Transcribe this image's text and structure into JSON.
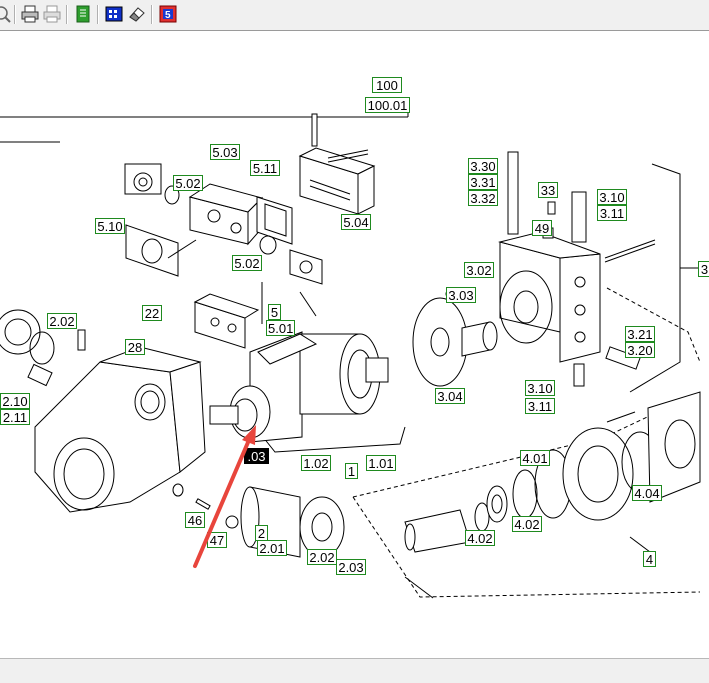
{
  "toolbar": {
    "buttons": [
      {
        "name": "zoom-icon",
        "label": "zoom"
      },
      {
        "name": "print-icon",
        "label": "print"
      },
      {
        "name": "print-preview-icon",
        "label": "print preview"
      },
      {
        "name": "export-icon",
        "label": "export"
      },
      {
        "name": "select-all-icon",
        "label": "select all"
      },
      {
        "name": "eraser-icon",
        "label": "clear"
      },
      {
        "name": "app-logo-icon",
        "label": "app"
      }
    ]
  },
  "diagram": {
    "title_ref": "100",
    "subtitle_ref": "100.01",
    "callouts": {
      "c_5_03": "5.03",
      "c_5_11": "5.11",
      "c_5_02a": "5.02",
      "c_5_10": "5.10",
      "c_5_04": "5.04",
      "c_5_02b": "5.02",
      "c_5": "5",
      "c_5_01": "5.01",
      "c_2_02": "2.02",
      "c_22": "22",
      "c_28": "28",
      "c_2_10": "2.10",
      "c_2_11": "2.11",
      "c_3_30": "3.30",
      "c_3_31": "3.31",
      "c_3_32": "3.32",
      "c_33": "33",
      "c_49": "49",
      "c_3_10a": "3.10",
      "c_3_11a": "3.11",
      "c_3_02": "3.02",
      "c_3_03": "3.03",
      "c_3_21": "3.21",
      "c_3_20": "3.20",
      "c_3_04": "3.04",
      "c_3_10b": "3.10",
      "c_3_11b": "3.11",
      "c_3": "3",
      "c_2_03_sel": ".03",
      "c_1_02": "1.02",
      "c_1": "1",
      "c_1_01": "1.01",
      "c_46": "46",
      "c_47": "47",
      "c_2": "2",
      "c_2_01": "2.01",
      "c_2_02b": "2.02",
      "c_2_03": "2.03",
      "c_4_01": "4.01",
      "c_4_04": "4.04",
      "c_4_02a": "4.02",
      "c_4_02b": "4.02",
      "c_4": "4"
    }
  },
  "colors": {
    "callout_border": "#1f8a1f",
    "selected_bg": "#000000",
    "arrow": "#e8453c",
    "line": "#000000"
  }
}
